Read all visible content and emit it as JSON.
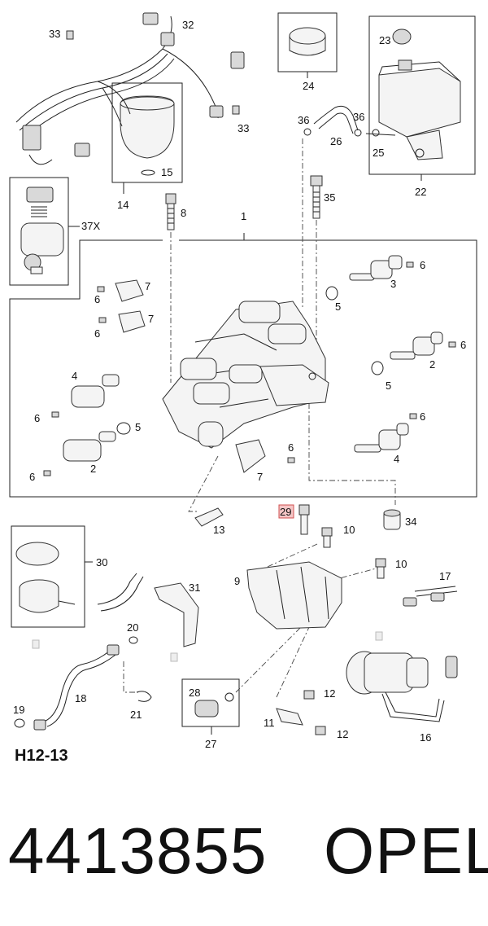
{
  "diagram_code": "H12-13",
  "part_number": "4413855",
  "brand": "OPEL",
  "highlighted_callout": "29",
  "callouts": {
    "c1": "1",
    "c2a": "2",
    "c2b": "2",
    "c3": "3",
    "c4a": "4",
    "c4b": "4",
    "c5a": "5",
    "c5b": "5",
    "c5c": "5",
    "c6a": "6",
    "c6b": "6",
    "c6c": "6",
    "c6d": "6",
    "c6e": "6",
    "c6f": "6",
    "c6g": "6",
    "c7a": "7",
    "c7b": "7",
    "c7c": "7",
    "c8": "8",
    "c9": "9",
    "c10a": "10",
    "c10b": "10",
    "c11": "11",
    "c12a": "12",
    "c12b": "12",
    "c13": "13",
    "c14": "14",
    "c15": "15",
    "c16": "16",
    "c17": "17",
    "c18": "18",
    "c19": "19",
    "c20": "20",
    "c21": "21",
    "c22": "22",
    "c23": "23",
    "c24": "24",
    "c25": "25",
    "c26": "26",
    "c27": "27",
    "c28": "28",
    "c29": "29",
    "c30": "30",
    "c31": "31",
    "c32": "32",
    "c33a": "33",
    "c33b": "33",
    "c34": "34",
    "c35": "35",
    "c36a": "36",
    "c36b": "36",
    "c37": "37X"
  }
}
